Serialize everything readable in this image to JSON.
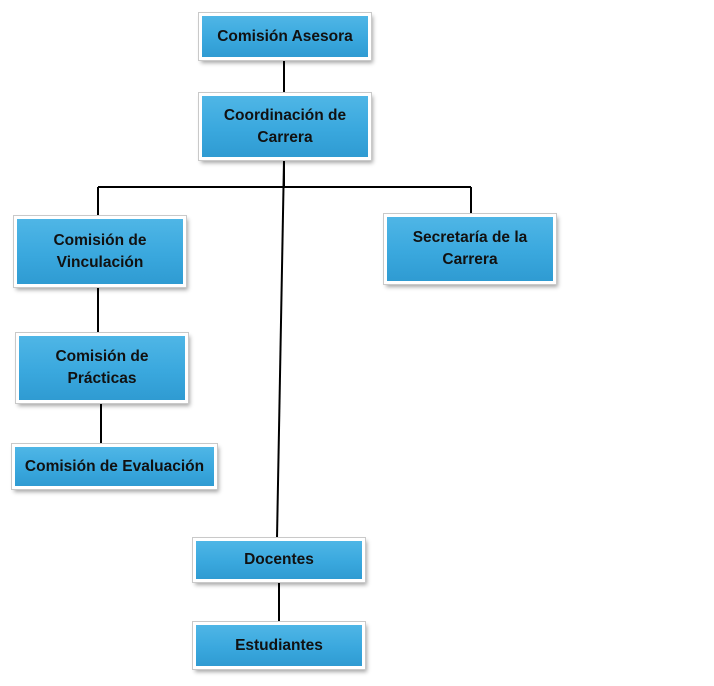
{
  "diagram": {
    "nodes": {
      "comision_asesora": "Comisión Asesora",
      "coordinacion": "Coordinación de Carrera",
      "comision_vinculacion": "Comisión de Vinculación",
      "secretaria": "Secretaría de la Carrera",
      "comision_practicas": "Comisión de Prácticas",
      "comision_evaluacion": "Comisión de Evaluación",
      "docentes": "Docentes",
      "estudiantes": "Estudiantes"
    },
    "connector_color": "#000000",
    "box_color": "#3aa8de"
  }
}
